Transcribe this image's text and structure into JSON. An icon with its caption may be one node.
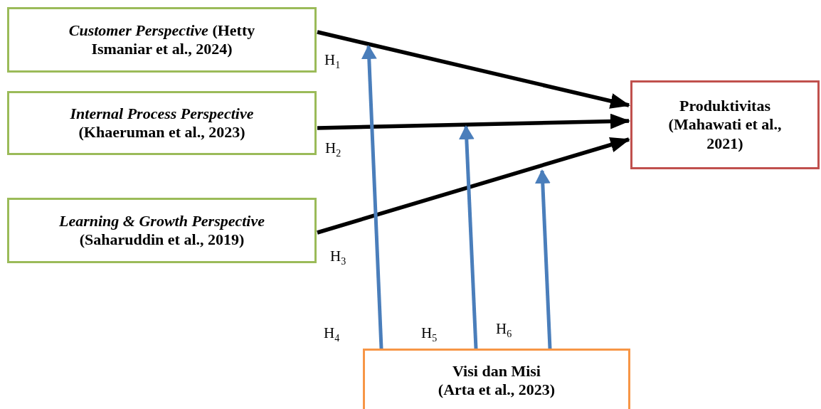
{
  "diagram": {
    "nodes": [
      {
        "text": [
          "*Customer Perspective* (Hetty Ismaniar et al., 2024)"
        ]
      },
      {
        "text": [
          "Internal Process Perspective",
          "(Khaeruman et al., 2023)"
        ]
      },
      {
        "text": [
          "Learning & Growth Perspective",
          "(Saharuddin et al., 2019)"
        ]
      },
      {
        "text": [
          "Produktivitas",
          "(Mahawati et al., 2021)"
        ]
      },
      {
        "text": [
          "Visi dan Misi",
          "(Arta et al., 2023)"
        ]
      }
    ],
    "edges": [
      {
        "from": 0,
        "to": 3,
        "arrow": "to"
      },
      {
        "from": 1,
        "to": 3,
        "arrow": "to"
      },
      {
        "from": 2,
        "to": 3,
        "arrow": "to"
      },
      {
        "from": 4,
        "to": null,
        "arrow": "to",
        "color": "#4a7ebb"
      },
      {
        "from": 4,
        "to": null,
        "arrow": "to",
        "color": "#4a7ebb"
      },
      {
        "from": 4,
        "to": null,
        "arrow": "to",
        "color": "#4a7ebb"
      }
    ],
    "labels": [
      "H$_{1}$",
      "H$_{2}$",
      "H$_{3}$",
      "H$_{4}$",
      "H$_{5}$",
      "H$_{6}$"
    ]
  }
}
